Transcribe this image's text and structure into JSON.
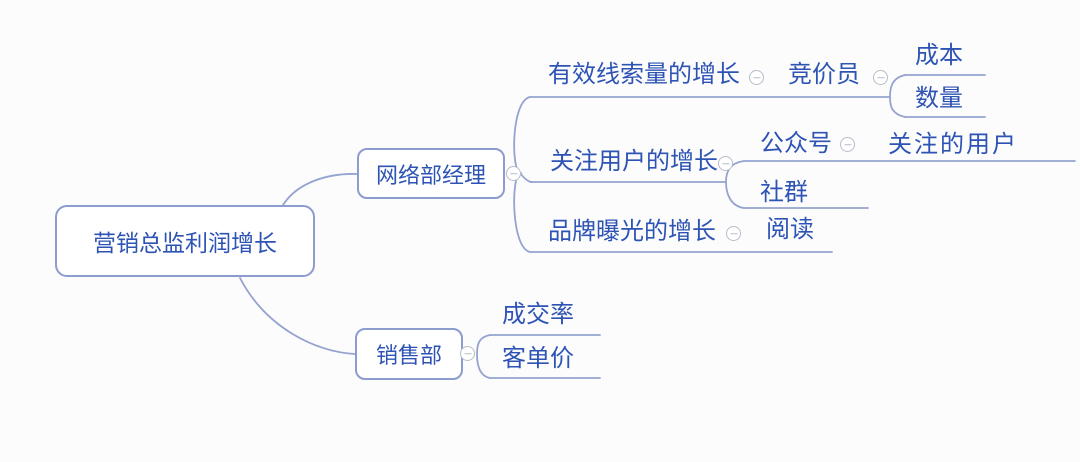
{
  "colors": {
    "text-blue": "#2d53b4",
    "node-border": "#8c9cd0",
    "connector": "#94a3cf",
    "collapse-gray": "#b6bcc8",
    "background": "#fcfcfd"
  },
  "map": {
    "type": "mindmap",
    "root": {
      "label": "营销总监利润增长",
      "children": [
        {
          "label": "网络部经理",
          "collapse_icon": "minus",
          "children": [
            {
              "label": "有效线索量的增长",
              "collapse_icon": "minus",
              "children": [
                {
                  "label": "竞价员",
                  "collapse_icon": "minus",
                  "children": [
                    {
                      "label": "成本",
                      "children": []
                    },
                    {
                      "label": "数量",
                      "children": []
                    }
                  ]
                }
              ]
            },
            {
              "label": "关注用户的增长",
              "collapse_icon": "minus",
              "children": [
                {
                  "label": "公众号",
                  "collapse_icon": "minus",
                  "children": [
                    {
                      "label": "关注的用户",
                      "children": []
                    }
                  ]
                },
                {
                  "label": "社群",
                  "children": []
                }
              ]
            },
            {
              "label": "品牌曝光的增长",
              "collapse_icon": "minus",
              "children": [
                {
                  "label": "阅读",
                  "children": []
                }
              ]
            }
          ]
        },
        {
          "label": "销售部",
          "collapse_icon": "minus",
          "children": [
            {
              "label": "成交率",
              "children": []
            },
            {
              "label": "客单价",
              "children": []
            }
          ]
        }
      ]
    }
  }
}
